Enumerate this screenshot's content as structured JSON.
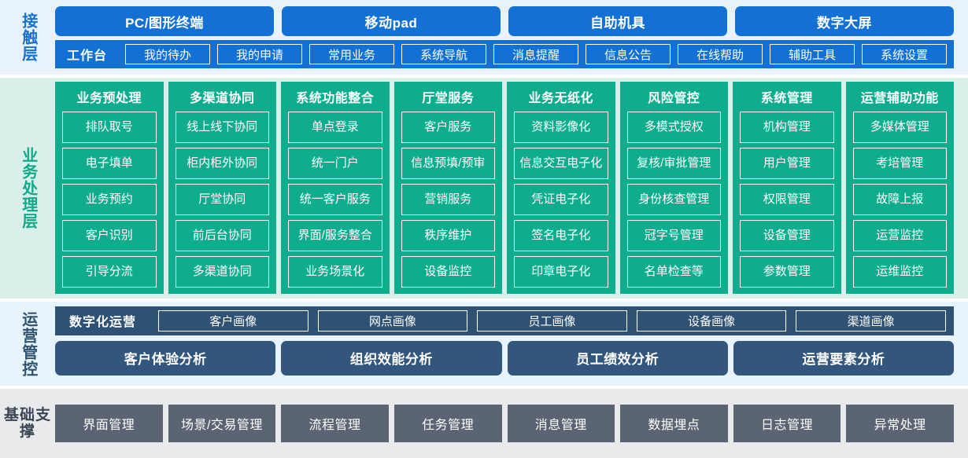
{
  "layers": {
    "contact": {
      "label": "接触层",
      "channels": [
        "PC/图形终端",
        "移动pad",
        "自助机具",
        "数字大屏"
      ],
      "workbench_title": "工作台",
      "workbench_items": [
        "我的待办",
        "我的申请",
        "常用业务",
        "系统导航",
        "消息提醒",
        "信息公告",
        "在线帮助",
        "辅助工具",
        "系统设置"
      ]
    },
    "business": {
      "label": "业务处理层",
      "columns": [
        {
          "title": "业务预处理",
          "items": [
            "排队取号",
            "电子填单",
            "业务预约",
            "客户识别",
            "引导分流"
          ]
        },
        {
          "title": "多渠道协同",
          "items": [
            "线上线下协同",
            "柜内柜外协同",
            "厅堂协同",
            "前后台协同",
            "多渠道协同"
          ]
        },
        {
          "title": "系统功能整合",
          "items": [
            "单点登录",
            "统一门户",
            "统一客户服务",
            "界面/服务整合",
            "业务场景化"
          ]
        },
        {
          "title": "厅堂服务",
          "items": [
            "客户服务",
            "信息预填/预审",
            "营销服务",
            "秩序维护",
            "设备监控"
          ]
        },
        {
          "title": "业务无纸化",
          "items": [
            "资料影像化",
            "信息交互电子化",
            "凭证电子化",
            "签名电子化",
            "印章电子化"
          ]
        },
        {
          "title": "风险管控",
          "items": [
            "多模式授权",
            "复核/审批管理",
            "身份核查管理",
            "冠字号管理",
            "名单检查等"
          ]
        },
        {
          "title": "系统管理",
          "items": [
            "机构管理",
            "用户管理",
            "权限管理",
            "设备管理",
            "参数管理"
          ]
        },
        {
          "title": "运营辅助功能",
          "items": [
            "多媒体管理",
            "考培管理",
            "故障上报",
            "运营监控",
            "运维监控"
          ]
        }
      ]
    },
    "operations": {
      "label": "运营管控",
      "digital_title": "数字化运营",
      "portraits": [
        "客户画像",
        "网点画像",
        "员工画像",
        "设备画像",
        "渠道画像"
      ],
      "analyses": [
        "客户体验分析",
        "组织效能分析",
        "员工绩效分析",
        "运营要素分析"
      ]
    },
    "foundation": {
      "label": "基础支撑",
      "items": [
        "界面管理",
        "场景/交易管理",
        "流程管理",
        "任务管理",
        "消息管理",
        "数据埋点",
        "日志管理",
        "异常处理"
      ]
    }
  },
  "colors": {
    "contact_bg": "#e8f2fb",
    "contact_accent": "#1371d6",
    "business_bg": "#d9efe9",
    "business_accent": "#0fad8e",
    "operations_bg": "#e8f4fb",
    "operations_accent": "#2f5274",
    "operations_button": "#33567c",
    "foundation_bg": "#e9eaec",
    "foundation_accent": "#5b6472"
  }
}
